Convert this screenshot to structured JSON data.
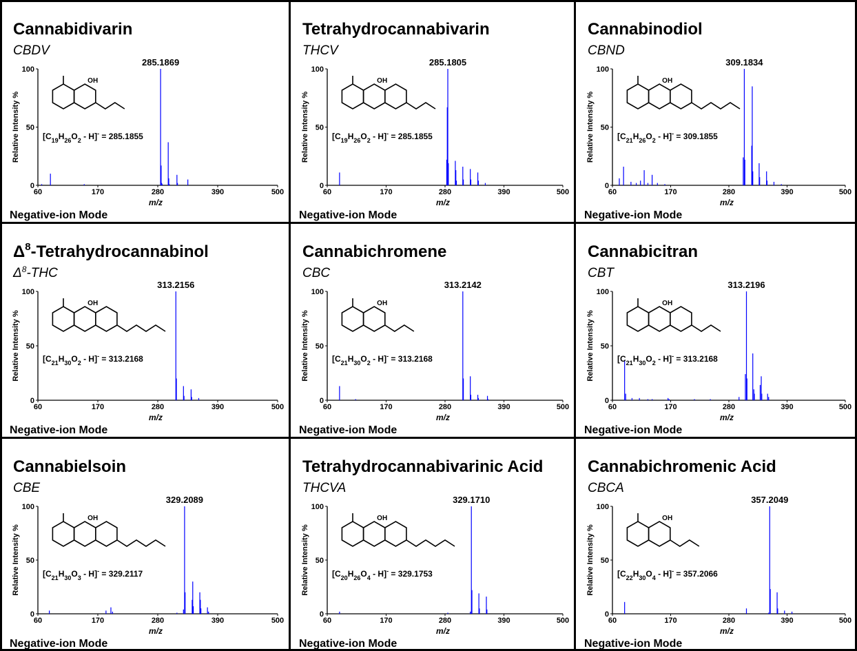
{
  "chart_data": [
    {
      "type": "bar",
      "title": "Cannabidivarin",
      "subtitle": "CBDV",
      "formula": {
        "prefix": "[C",
        "parts": [
          [
            "19",
            "26"
          ],
          [
            "2",
            ""
          ]
        ],
        "text": [
          "C",
          "H",
          "O"
        ],
        "value": "285.1855"
      },
      "formula_label": "[C19H26O2 - H]- = 285.1855",
      "peak_label": "285.1869",
      "peak_mz": 285.1869,
      "xlabel": "m/z",
      "ylabel": "Relative Intensity %",
      "xlim": [
        60,
        500
      ],
      "ylim": [
        0,
        100
      ],
      "xticks": [
        60,
        170,
        280,
        390,
        500
      ],
      "yticks": [
        0,
        50,
        100
      ],
      "footer": "Negative-ion Mode",
      "color": "#0000ff",
      "x": [
        67,
        83,
        145,
        285.19,
        286.2,
        287.2,
        288.2,
        299.2,
        300.2,
        301.2,
        315.2,
        316.2,
        335.2
      ],
      "values": [
        1,
        10,
        1,
        100,
        17,
        2,
        1,
        37,
        6,
        1,
        9,
        2,
        5
      ]
    },
    {
      "type": "bar",
      "title": "Tetrahydrocannabivarin",
      "subtitle": "THCV",
      "formula_label": "[C19H26O2 - H]- = 285.1855",
      "peak_label": "285.1805",
      "peak_mz": 285.1805,
      "xlabel": "m/z",
      "ylabel": "Relative Intensity %",
      "xlim": [
        60,
        500
      ],
      "ylim": [
        0,
        100
      ],
      "xticks": [
        60,
        170,
        280,
        390,
        500
      ],
      "yticks": [
        0,
        50,
        100
      ],
      "footer": "Negative-ion Mode",
      "color": "#0000ff",
      "x": [
        83,
        283.2,
        284.2,
        285.18,
        286.2,
        299.2,
        300.2,
        301.2,
        313.2,
        314.2,
        327.2,
        328.2,
        341.2,
        342.2,
        355.2
      ],
      "values": [
        11,
        22,
        67,
        100,
        19,
        21,
        13,
        4,
        16,
        5,
        14,
        5,
        11,
        4,
        2
      ]
    },
    {
      "type": "bar",
      "title": "Cannabinodiol",
      "subtitle": "CBND",
      "formula_label": "[C21H26O2 - H]- = 309.1855",
      "peak_label": "309.1834",
      "peak_mz": 309.1834,
      "xlabel": "m/z",
      "ylabel": "Relative Intensity %",
      "xlim": [
        60,
        500
      ],
      "ylim": [
        0,
        100
      ],
      "xticks": [
        60,
        170,
        280,
        390,
        500
      ],
      "yticks": [
        0,
        50,
        100
      ],
      "footer": "Negative-ion Mode",
      "color": "#0000ff",
      "x": [
        73,
        81,
        95,
        105,
        113,
        120,
        127,
        135,
        145,
        159,
        307.2,
        309.18,
        310.2,
        323.2,
        324.2,
        325.2,
        337.2,
        338.2,
        351.2,
        352.2,
        365.2,
        379.2
      ],
      "values": [
        6,
        16,
        3,
        2,
        4,
        13,
        2,
        9,
        2,
        1,
        24,
        100,
        22,
        34,
        85,
        12,
        19,
        7,
        12,
        4,
        3,
        1
      ]
    },
    {
      "type": "bar",
      "title": "Δ8-Tetrahydrocannabinol",
      "title_sup": "8",
      "subtitle": "Δ8-THC",
      "formula_label": "[C21H30O2 - H]- = 313.2168",
      "peak_label": "313.2156",
      "peak_mz": 313.2156,
      "xlabel": "m/z",
      "ylabel": "Relative Intensity %",
      "xlim": [
        60,
        500
      ],
      "ylim": [
        0,
        100
      ],
      "xticks": [
        60,
        170,
        280,
        390,
        500
      ],
      "yticks": [
        0,
        50,
        100
      ],
      "footer": "Negative-ion Mode",
      "color": "#0000ff",
      "x": [
        313.22,
        314.2,
        327.2,
        328.2,
        341.2,
        342.2,
        355.2
      ],
      "values": [
        100,
        20,
        13,
        4,
        10,
        3,
        2
      ]
    },
    {
      "type": "bar",
      "title": "Cannabichromene",
      "subtitle": "CBC",
      "formula_label": "[C21H30O2 - H]- = 313.2168",
      "peak_label": "313.2142",
      "peak_mz": 313.2142,
      "xlabel": "m/z",
      "ylabel": "Relative Intensity %",
      "xlim": [
        60,
        500
      ],
      "ylim": [
        0,
        100
      ],
      "xticks": [
        60,
        170,
        280,
        390,
        500
      ],
      "yticks": [
        0,
        50,
        100
      ],
      "footer": "Negative-ion Mode",
      "color": "#0000ff",
      "x": [
        83,
        113,
        313.21,
        314.2,
        327.2,
        328.2,
        341.2,
        342.2,
        359.2,
        360.2
      ],
      "values": [
        13,
        1,
        100,
        20,
        22,
        5,
        5,
        2,
        4,
        1
      ]
    },
    {
      "type": "bar",
      "title": "Cannabicitran",
      "subtitle": "CBT",
      "formula_label": "[C21H30O2 - H]- = 313.2168",
      "peak_label": "313.2196",
      "peak_mz": 313.2196,
      "xlabel": "m/z",
      "ylabel": "Relative Intensity %",
      "xlim": [
        60,
        500
      ],
      "ylim": [
        0,
        100
      ],
      "xticks": [
        60,
        170,
        280,
        390,
        500
      ],
      "yticks": [
        0,
        50,
        100
      ],
      "footer": "Negative-ion Mode",
      "color": "#0000ff",
      "x": [
        83,
        85,
        97,
        111,
        127,
        135,
        165,
        167,
        215,
        245,
        299.2,
        311.2,
        313.22,
        314.2,
        325.2,
        327.2,
        328.2,
        339.2,
        341.2,
        342.2,
        353.2,
        355.2
      ],
      "values": [
        37,
        6,
        2,
        2,
        1,
        1,
        2,
        1,
        1,
        1,
        3,
        24,
        100,
        20,
        43,
        10,
        6,
        14,
        22,
        6,
        6,
        3
      ]
    },
    {
      "type": "bar",
      "title": "Cannabielsoin",
      "subtitle": "CBE",
      "formula_label": "[C21H30O3 - H]- = 329.2117",
      "peak_label": "329.2089",
      "peak_mz": 329.2089,
      "xlabel": "m/z",
      "ylabel": "Relative Intensity %",
      "xlim": [
        60,
        500
      ],
      "ylim": [
        0,
        100
      ],
      "xticks": [
        60,
        170,
        280,
        390,
        500
      ],
      "yticks": [
        0,
        50,
        100
      ],
      "footer": "Negative-ion Mode",
      "color": "#0000ff",
      "x": [
        81,
        185,
        194,
        197,
        315.2,
        327.2,
        329.21,
        330.2,
        343.2,
        344.2,
        345.2,
        357.2,
        358.2,
        359.2,
        371.2,
        373.2
      ],
      "values": [
        3,
        3,
        6,
        2,
        1,
        4,
        100,
        20,
        13,
        30,
        7,
        20,
        13,
        5,
        6,
        2
      ]
    },
    {
      "type": "bar",
      "title": "Tetrahydrocannabivarinic Acid",
      "subtitle": "THCVA",
      "formula_label": "[C20H26O4 - H]- = 329.1753",
      "peak_label": "329.1710",
      "peak_mz": 329.171,
      "xlabel": "m/z",
      "ylabel": "Relative Intensity %",
      "xlim": [
        60,
        500
      ],
      "ylim": [
        0,
        100
      ],
      "xticks": [
        60,
        170,
        280,
        390,
        500
      ],
      "yticks": [
        0,
        50,
        100
      ],
      "footer": "Negative-ion Mode",
      "color": "#0000ff",
      "x": [
        83,
        285.2,
        327.2,
        329.17,
        330.2,
        343.2,
        344.2,
        357.2,
        358.2
      ],
      "values": [
        2,
        1,
        2,
        100,
        22,
        19,
        5,
        16,
        4
      ]
    },
    {
      "type": "bar",
      "title": "Cannabichromenic Acid",
      "subtitle": "CBCA",
      "formula_label": "[C22H30O4 - H]- = 357.2066",
      "peak_label": "357.2049",
      "peak_mz": 357.2049,
      "xlabel": "m/z",
      "ylabel": "Relative Intensity %",
      "xlim": [
        60,
        500
      ],
      "ylim": [
        0,
        100
      ],
      "xticks": [
        60,
        170,
        280,
        390,
        500
      ],
      "yticks": [
        0,
        50,
        100
      ],
      "footer": "Negative-ion Mode",
      "color": "#0000ff",
      "x": [
        83,
        313.2,
        355.2,
        357.2,
        358.2,
        371.2,
        372.2,
        385.2,
        399.2
      ],
      "values": [
        11,
        5,
        1,
        100,
        23,
        20,
        5,
        3,
        2
      ]
    }
  ]
}
